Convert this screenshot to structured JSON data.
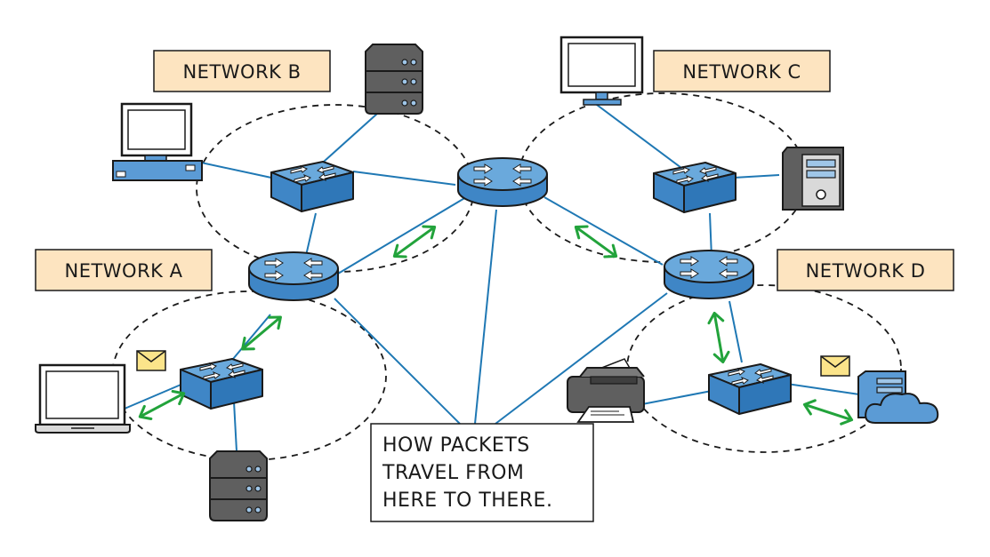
{
  "networks": {
    "a": "NETWORK A",
    "b": "NETWORK B",
    "c": "NETWORK C",
    "d": "NETWORK D"
  },
  "caption": {
    "line1": "HOW PACKETS",
    "line2": "TRAVEL FROM",
    "line3": "HERE TO THERE."
  },
  "colors": {
    "link": "#1f78b4",
    "device": "#5b9bd5",
    "arrow": "#22a33b",
    "label_bg": "#fde4c0",
    "server": "#5f5f5f",
    "envelope": "#fbe48a"
  }
}
